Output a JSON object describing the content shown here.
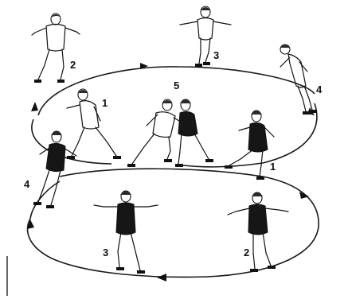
{
  "figures": [
    {
      "id": "man-2",
      "number": "2"
    },
    {
      "id": "man-3",
      "number": "3"
    },
    {
      "id": "man-4",
      "number": "4"
    },
    {
      "id": "man-1",
      "number": "1"
    },
    {
      "id": "pair-5",
      "number": "5"
    },
    {
      "id": "woman-1",
      "number": "1"
    },
    {
      "id": "woman-4",
      "number": "4"
    },
    {
      "id": "woman-3",
      "number": "3"
    },
    {
      "id": "woman-2",
      "number": "2"
    }
  ],
  "track": {
    "upper_loop": "clockwise",
    "lower_loop": "clockwise"
  }
}
